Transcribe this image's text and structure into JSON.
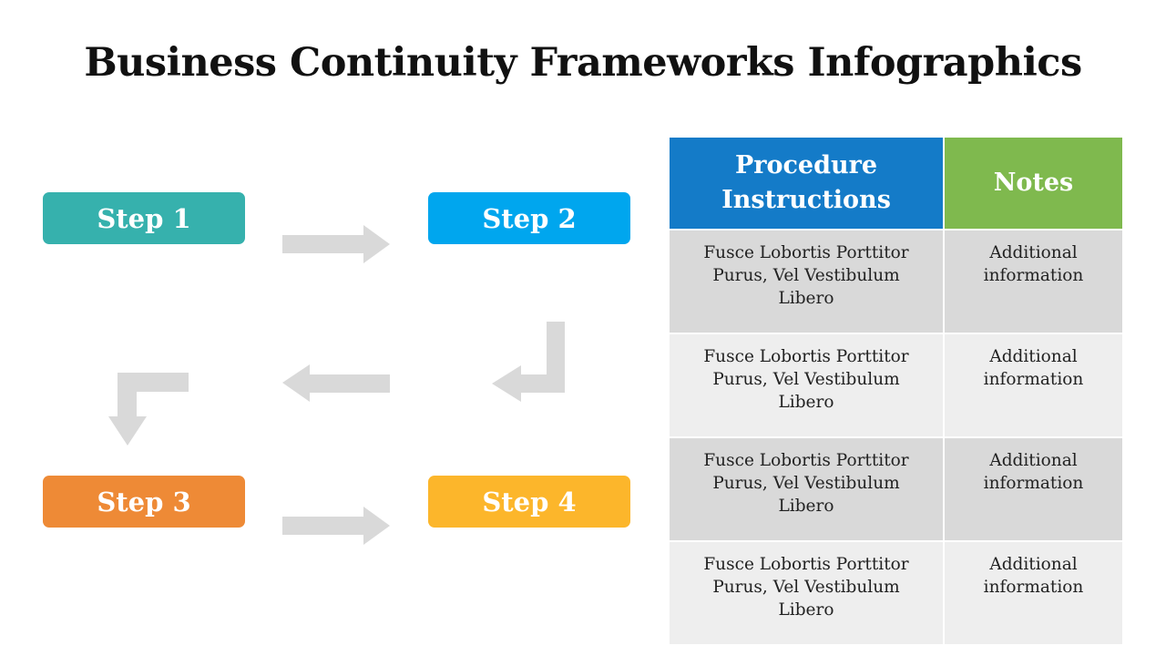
{
  "title": "Business Continuity Frameworks Infographics",
  "steps": [
    {
      "label": "Step 1",
      "color": "#36b1ad"
    },
    {
      "label": "Step 2",
      "color": "#00a6ee"
    },
    {
      "label": "Step 3",
      "color": "#ee8a36"
    },
    {
      "label": "Step 4",
      "color": "#fcb62b"
    }
  ],
  "arrow_color": "#d9d9d9",
  "table": {
    "headers": [
      {
        "label": "Procedure Instructions",
        "color": "#147bc8"
      },
      {
        "label": "Notes",
        "color": "#7fb94e"
      }
    ],
    "rows": [
      {
        "procedure": "Fusce Lobortis Porttitor Purus, Vel Vestibulum Libero",
        "notes": "Additional information"
      },
      {
        "procedure": "Fusce Lobortis Porttitor Purus, Vel Vestibulum Libero",
        "notes": "Additional information"
      },
      {
        "procedure": "Fusce Lobortis Porttitor Purus, Vel Vestibulum Libero",
        "notes": "Additional information"
      },
      {
        "procedure": "Fusce Lobortis Porttitor Purus, Vel Vestibulum Libero",
        "notes": "Additional information"
      }
    ]
  }
}
